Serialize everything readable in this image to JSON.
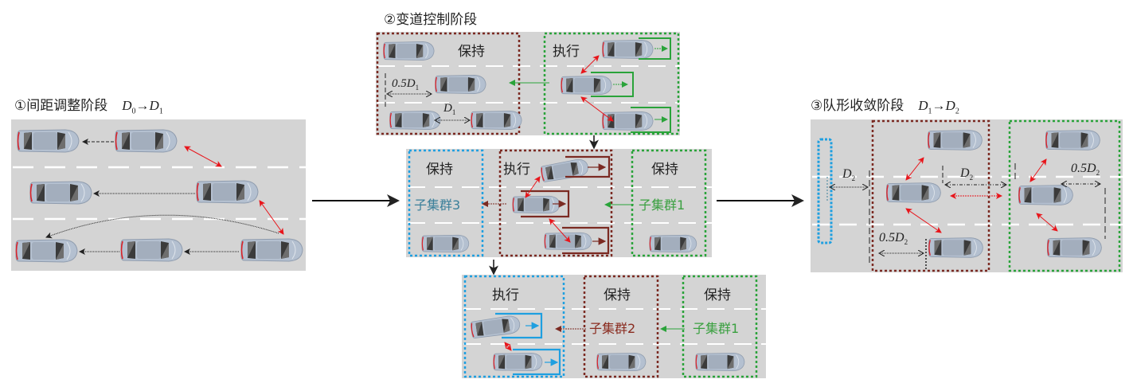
{
  "stages": {
    "stage1": {
      "title": "①间距调整阶段",
      "formula_from": "D",
      "formula_from_sub": "0",
      "formula_arrow": "→",
      "formula_to": "D",
      "formula_to_sub": "1"
    },
    "stage2": {
      "title": "②变道控制阶段"
    },
    "stage3": {
      "title": "③队形收敛阶段",
      "formula_from": "D",
      "formula_from_sub": "1",
      "formula_arrow": "→",
      "formula_to": "D",
      "formula_to_sub": "2"
    }
  },
  "stage2_top": {
    "keep_label": "保持",
    "exec_label": "执行",
    "half_gap_label": "0.5D",
    "half_gap_sub": "1",
    "gap_label": "D",
    "gap_sub": "1"
  },
  "stage2_mid": {
    "left_label": "保持",
    "center_label": "执行",
    "right_label": "保持",
    "left_group": "子集群3",
    "right_group": "子集群1"
  },
  "stage2_bottom": {
    "left_label": "执行",
    "center_label": "保持",
    "right_label": "保持",
    "center_group": "子集群2",
    "right_group": "子集群1"
  },
  "stage3_panel": {
    "gap_left": "D",
    "gap_left_sub": "2",
    "gap_mid": "D",
    "gap_mid_sub": "2",
    "half_left": "0.5D",
    "half_left_sub": "2",
    "half_right": "0.5D",
    "half_right_sub": "2"
  },
  "colors": {
    "road": "#d4d4d4",
    "lane_mark": "#ffffff",
    "brown_group": "#7b2a22",
    "green_group": "#2aa33a",
    "blue_group": "#1f9fe0",
    "red_link": "#e8151b",
    "group3_text": "#3a7f9a",
    "group1_text": "#3aa040",
    "group2_text": "#8a2c20"
  }
}
